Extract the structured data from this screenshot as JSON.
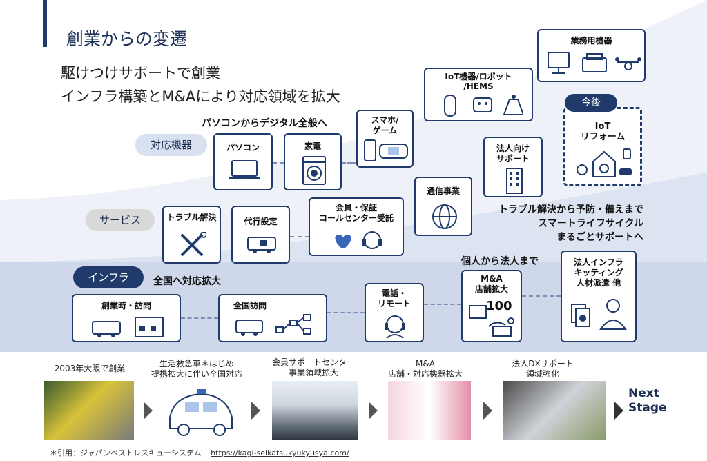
{
  "title": "創業からの変遷",
  "subtitle": [
    "駆けつけサポートで創業",
    "インフラ構築とM&Aにより対応領域を拡大"
  ],
  "categories": {
    "devices": "対応機器",
    "services": "サービス",
    "infra": "インフラ"
  },
  "headlines": {
    "pc_to_digital": "パソコンからデジタル全般へ",
    "trouble_prevention": "トラブル解決から予防・備えまで\nスマートライフサイクル\nまるごとサポートへ",
    "individual_to_corp": "個人から法人まで",
    "nationwide": "全国へ対応拡大"
  },
  "devices": {
    "pc": "パソコン",
    "appliance": "家電",
    "smartphone": "スマホ/\nゲーム",
    "iot": "IoT機器/ロボット\n/HEMS",
    "business": "業務用機器"
  },
  "future": {
    "badge": "今後",
    "label": "IoT\nリフォーム"
  },
  "services": {
    "trouble": "トラブル解決",
    "setup": "代行設定",
    "callcenter": "会員・保証\nコールセンター受託",
    "telecom": "通信事業",
    "corporate": "法人向け\nサポート"
  },
  "infra": {
    "founding": "創業時・訪問",
    "nationwide_visit": "全国訪問",
    "remote": "電話・\nリモート",
    "ma": "M&A\n店舗拡大",
    "ma_count": "100",
    "corp_infra": "法人インフラ\nキッティング\n人材派遣 他"
  },
  "timeline": [
    {
      "caption": "2003年大阪で創業"
    },
    {
      "caption": "生活救急車＊はじめ\n提携拡大に伴い全国対応"
    },
    {
      "caption": "会員サポートセンター\n事業領域拡大"
    },
    {
      "caption": "M&A\n店舗・対応機器拡大"
    },
    {
      "caption": "法人DXサポート\n領域強化"
    }
  ],
  "next_stage": "Next\nStage",
  "footnote": {
    "label": "＊引用：ジャパンベストレスキューシステム",
    "url": "https://kagi-seikatsukyukyusya.com/"
  },
  "colors": {
    "navy": "#1f3a6b",
    "band_light": "#e6ebf5",
    "band_mid": "#ccd6ea",
    "pill_light": "#d9e1f0",
    "pill_gray": "#d9d9d9"
  }
}
